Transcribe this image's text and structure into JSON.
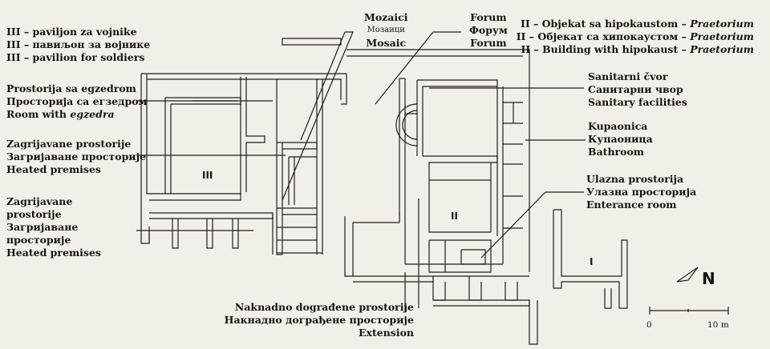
{
  "labels": {
    "pavilion_soldiers": {
      "lat": "III – paviljon za vojnike",
      "cyr": "III – павиљон за војнике",
      "en": "III – pavilion for soldiers"
    },
    "mosaics": {
      "lat": "Mozaici",
      "cyr": "Мозаици",
      "en": "Mosaic"
    },
    "forum": {
      "lat": "Forum",
      "cyr": "Форум",
      "en": "Forum"
    },
    "praetorium": {
      "lat": "II – Objekat sa hipokaustom – ",
      "lat_em": "Praetorium",
      "cyr": "II – Објекат са хипокаустом – ",
      "cyr_em": "Praetorium",
      "en": "II – Building with hipokaust – ",
      "en_em": "Praetorium"
    },
    "exedra_room": {
      "lat": "Prostorija sa egzedrom",
      "cyr": "Просторија са егзедром",
      "en": "Room with ",
      "en_em": "egzedra"
    },
    "heated_1": {
      "lat": "Zagrijavane prostorije",
      "cyr": "Загријаване просторије",
      "en": "Heated premises"
    },
    "heated_2": {
      "lat1": "Zagrijavane",
      "lat2": "prostorije",
      "cyr1": "Загријаване",
      "cyr2": "просторије",
      "en": "Heated premises"
    },
    "sanitary": {
      "lat": "Sanitarni čvor",
      "cyr": "Санитарни чвор",
      "en": "Sanitary facilities"
    },
    "bathroom": {
      "lat": "Kupaonica",
      "cyr": "Купаоница",
      "en": "Bathroom"
    },
    "entrance": {
      "lat": "Ulazna prostorija",
      "cyr": "Улазна просторија",
      "en": "Enterance room"
    },
    "extension": {
      "lat": "Naknadno dograđene prostorije",
      "cyr": "Накнадно дограђене просторије",
      "en": "Extension"
    }
  },
  "rooms": {
    "III": "III",
    "II": "II",
    "I": "I"
  },
  "compass": {
    "north": "N"
  },
  "scale": {
    "start": "0",
    "end": "10 m"
  }
}
